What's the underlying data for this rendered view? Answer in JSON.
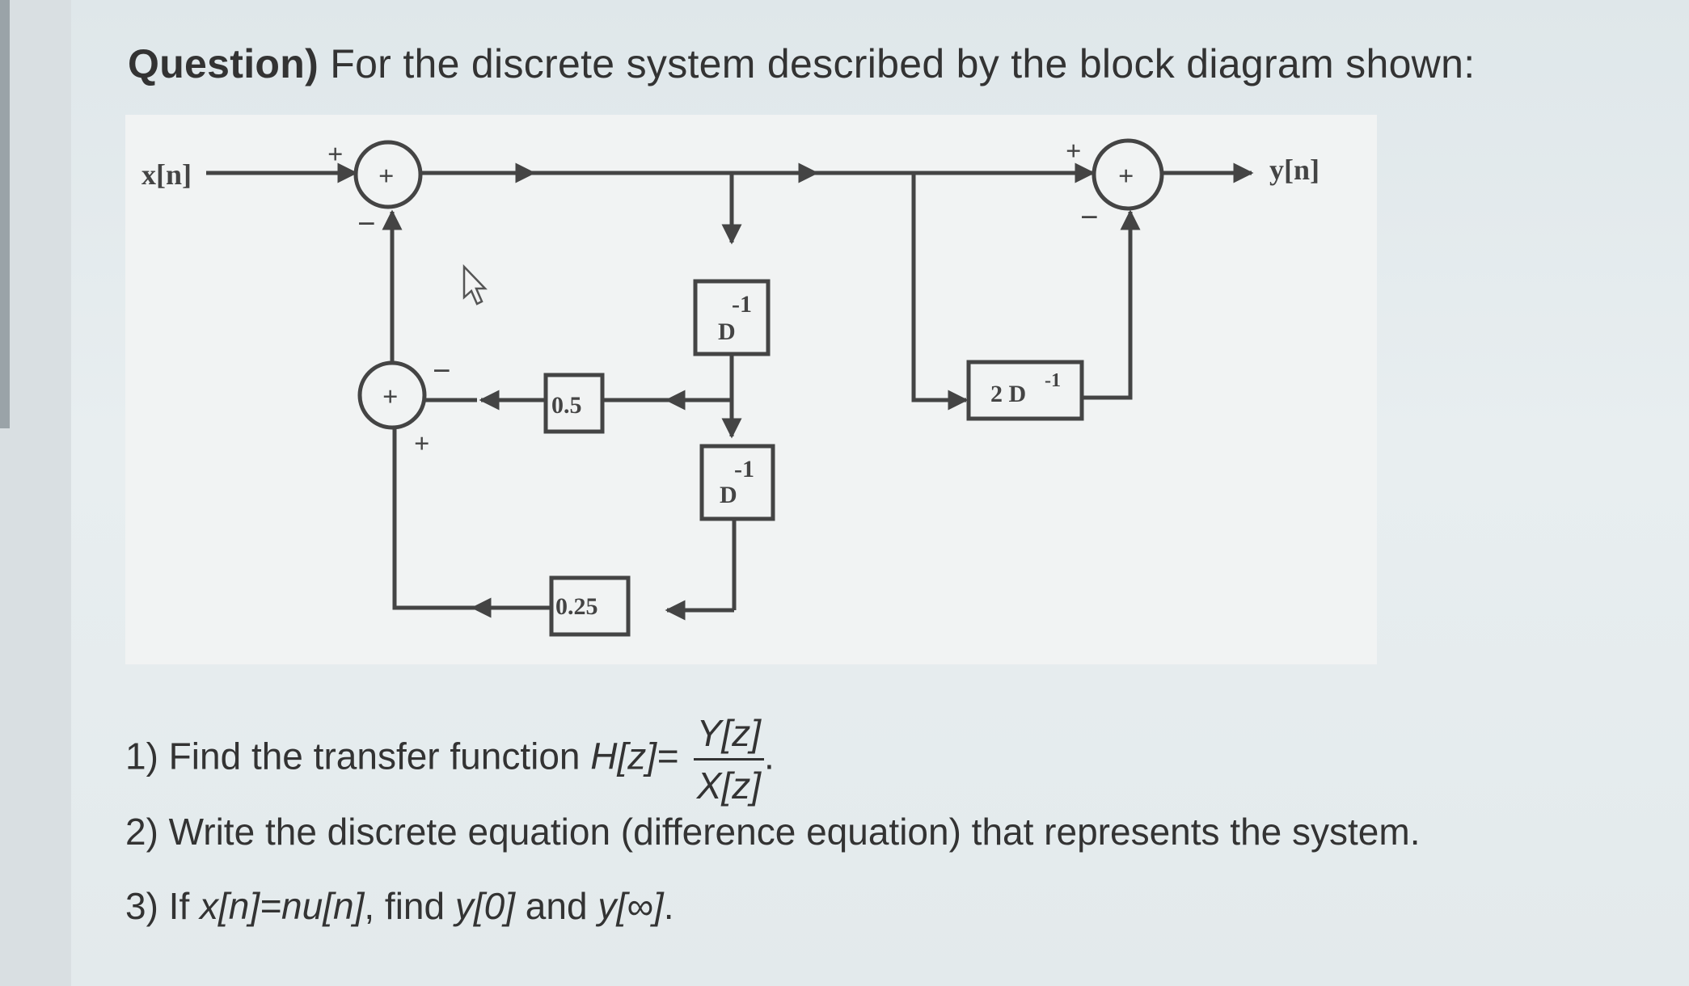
{
  "question": {
    "label": "Question)",
    "text": "For the discrete system described by the block diagram shown:"
  },
  "diagram": {
    "input_label": "x[n]",
    "output_label": "y[n]",
    "plus": "+",
    "minus": "−",
    "delay_base": "D",
    "delay_exp": "-1",
    "gain_top": "0.5",
    "gain_bottom": "0.25",
    "delay_block_coeff": "2 D",
    "delay_block_exp": "-1"
  },
  "items": {
    "item1_text": "1) Find the transfer function ",
    "item1_lhs": "H[z]=",
    "item1_num": "Y[z]",
    "item1_den": "X[z]",
    "item1_end": ".",
    "item2_text": "2) Write the discrete equation (difference equation) that represents the system.",
    "item3_prefix": "3) If ",
    "item3_eq": "x[n]=nu[n]",
    "item3_mid": ", find ",
    "item3_y0": "y[0]",
    "item3_and": " and ",
    "item3_yinf": "y[∞]",
    "item3_end": "."
  }
}
